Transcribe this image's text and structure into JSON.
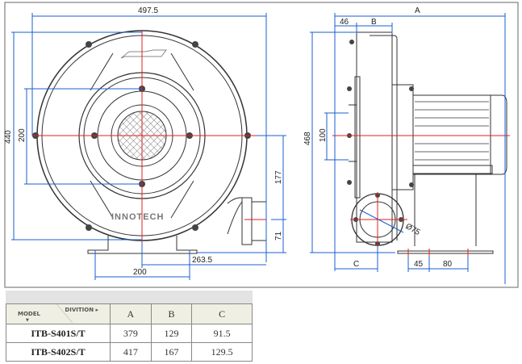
{
  "drawing": {
    "front_view": {
      "width": "497.5",
      "height": "440",
      "bolt_span": "200",
      "outlet_height": "177",
      "outlet_base": "71",
      "outlet_offset": "263.5",
      "foot_span": "200",
      "logo": "INNOTECH"
    },
    "side_view": {
      "A": "A",
      "offset": "46",
      "B": "B",
      "height": "468",
      "inlet": "100",
      "outlet_dia": "Ø75",
      "C": "C",
      "foot_a": "45",
      "foot_b": "80"
    }
  },
  "table": {
    "header": {
      "model": "MODEL",
      "division": "DIVITION ▸",
      "arrow": "▼",
      "cols": [
        "A",
        "B",
        "C"
      ]
    },
    "rows": [
      {
        "model": "ITB-S401S/T",
        "A": "379",
        "B": "129",
        "C": "91.5"
      },
      {
        "model": "ITB-S402S/T",
        "A": "417",
        "B": "167",
        "C": "129.5"
      }
    ]
  },
  "colors": {
    "dimension": "#1a5fd0",
    "centerline": "#e02020",
    "line": "#333333"
  }
}
